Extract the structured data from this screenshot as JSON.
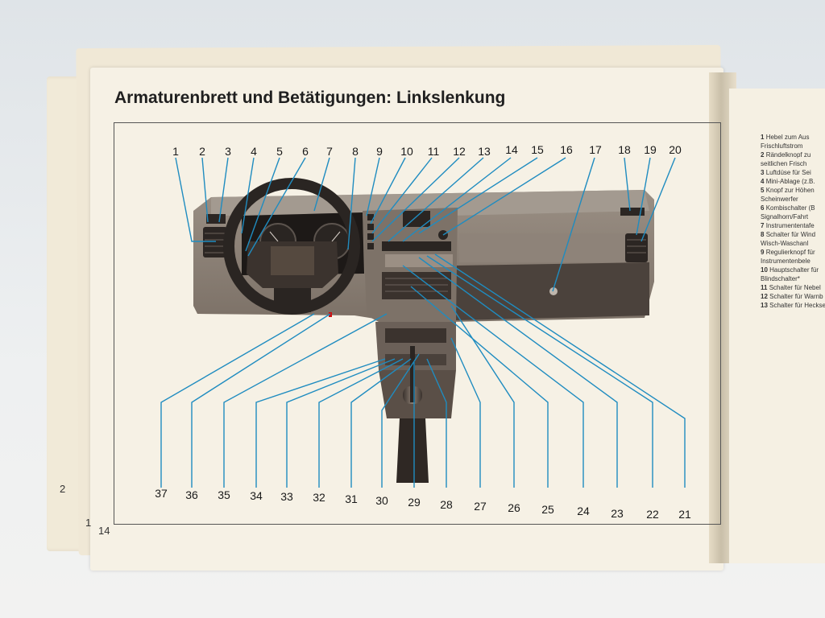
{
  "manual": {
    "heading": "Armaturenbrett und Betätigungen: Linkslenkung",
    "page_number": "14",
    "margin_numbers": [
      "2",
      "1"
    ]
  },
  "callouts": {
    "top": [
      "1",
      "2",
      "3",
      "4",
      "5",
      "6",
      "7",
      "8",
      "9",
      "10",
      "11",
      "12",
      "13",
      "14",
      "15",
      "16",
      "17",
      "18",
      "19",
      "20"
    ],
    "bottom": [
      "37",
      "36",
      "35",
      "34",
      "33",
      "32",
      "31",
      "30",
      "29",
      "28",
      "27",
      "26",
      "25",
      "24",
      "23",
      "22",
      "21"
    ]
  },
  "legend": [
    {
      "num": "1",
      "text": "Hebel zum Aus"
    },
    {
      "num": "",
      "text": "Frischluftstrom"
    },
    {
      "num": "2",
      "text": "Rändelknopf zu"
    },
    {
      "num": "",
      "text": "seitlichen Frisch"
    },
    {
      "num": "3",
      "text": "Luftdüse für Sei"
    },
    {
      "num": "4",
      "text": "Mini-Ablage (z.B."
    },
    {
      "num": "5",
      "text": "Knopf zur Höhen"
    },
    {
      "num": "",
      "text": "Scheinwerfer"
    },
    {
      "num": "6",
      "text": "Kombischalter (B"
    },
    {
      "num": "",
      "text": "Signalhorn/Fahrt"
    },
    {
      "num": "7",
      "text": "Instrumententafe"
    },
    {
      "num": "8",
      "text": "Schalter für Wind"
    },
    {
      "num": "",
      "text": "Wisch-Waschanl"
    },
    {
      "num": "9",
      "text": "Regulierknopf für"
    },
    {
      "num": "",
      "text": "Instrumentenbele"
    },
    {
      "num": "10",
      "text": "Hauptschalter für"
    },
    {
      "num": "",
      "text": "Blindschalter*"
    },
    {
      "num": "11",
      "text": "Schalter für Nebel"
    },
    {
      "num": "12",
      "text": "Schalter für Warnb"
    },
    {
      "num": "13",
      "text": "Schalter für Heckse"
    }
  ],
  "colors": {
    "callout_line": "#1f8cc0",
    "dashboard": "#8a7f74",
    "paper": "#f6f1e5"
  }
}
